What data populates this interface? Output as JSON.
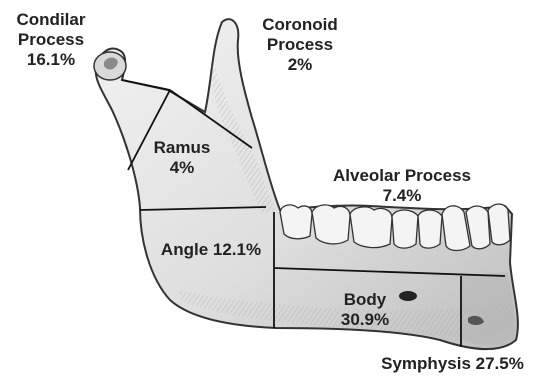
{
  "regions": {
    "condylar": {
      "line1": "Condilar",
      "line2": "Process",
      "value": "16.1%"
    },
    "coronoid": {
      "line1": "Coronoid",
      "line2": "Process",
      "value": "2%"
    },
    "ramus": {
      "name": "Ramus",
      "value": "4%"
    },
    "alveolar": {
      "name": "Alveolar Process",
      "value": "7.4%"
    },
    "angle": {
      "text": "Angle 12.1%"
    },
    "body": {
      "name": "Body",
      "value": "30.9%"
    },
    "symphysis": {
      "text": "Symphysis 27.5%"
    }
  },
  "colors": {
    "text": "#222222",
    "bone_fill": "#e6e6e6",
    "bone_shade": "#c8c8c8",
    "outline": "#333333",
    "region_lines": "#111111"
  }
}
